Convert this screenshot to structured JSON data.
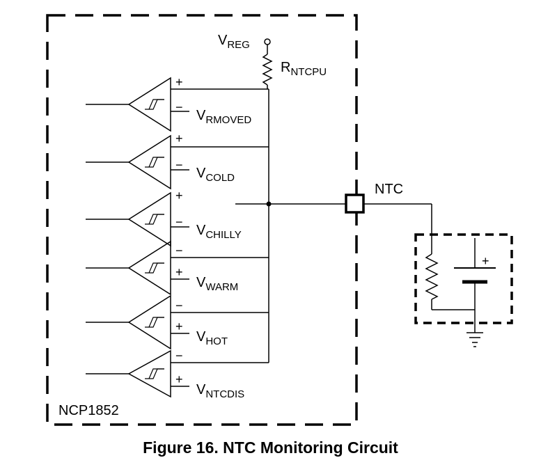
{
  "chip": {
    "name": "NCP1852"
  },
  "supply": {
    "main": "V",
    "sub": "REG"
  },
  "pullup": {
    "main": "R",
    "sub": "NTCPU"
  },
  "pin": {
    "label": "NTC"
  },
  "comparators": [
    {
      "id": "rmoved",
      "top_sign": "+",
      "bottom_sign": "−",
      "ref_main": "V",
      "ref_sub": "RMOVED"
    },
    {
      "id": "cold",
      "top_sign": "+",
      "bottom_sign": "−",
      "ref_main": "V",
      "ref_sub": "COLD"
    },
    {
      "id": "chilly",
      "top_sign": "+",
      "bottom_sign": "−",
      "ref_main": "V",
      "ref_sub": "CHILLY"
    },
    {
      "id": "warm",
      "top_sign": "−",
      "bottom_sign": "+",
      "ref_main": "V",
      "ref_sub": "WARM"
    },
    {
      "id": "hot",
      "top_sign": "−",
      "bottom_sign": "+",
      "ref_main": "V",
      "ref_sub": "HOT"
    },
    {
      "id": "ntcdis",
      "top_sign": "−",
      "bottom_sign": "+",
      "ref_main": "V",
      "ref_sub": "NTCDIS"
    }
  ],
  "battery": {
    "plus_sign": "+"
  },
  "caption": "Figure 16. NTC Monitoring Circuit"
}
